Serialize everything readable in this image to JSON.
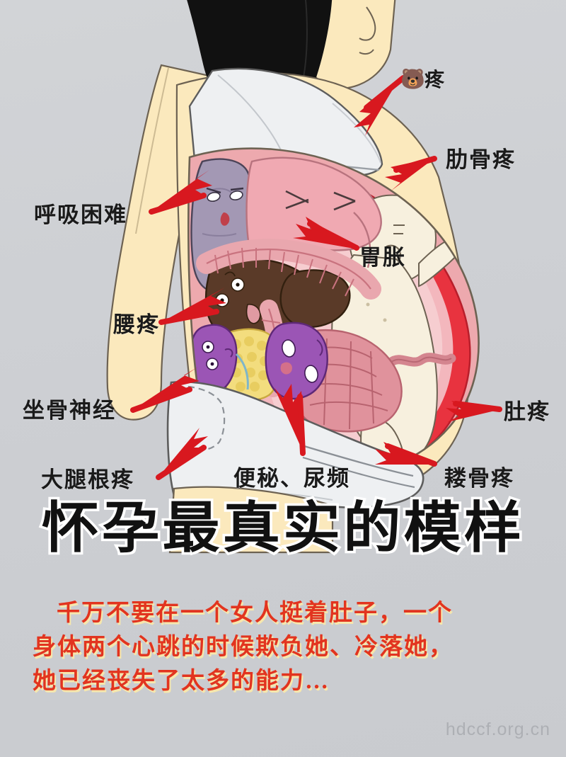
{
  "meta": {
    "background_color": "#ced0d4",
    "arrow_color": "#d8181f",
    "headline_color": "#111111",
    "headline_outline_color": "#ffffff",
    "red_text_color": "#e2341f",
    "red_text_shadow_color": "#f6e7ad",
    "watermark_color": "#96999e"
  },
  "labels": [
    {
      "key": "breast_pain",
      "icon": "bear-emoji",
      "icon_glyph": "🐻",
      "text": "疼"
    },
    {
      "key": "rib_pain",
      "text": "肋骨疼"
    },
    {
      "key": "breathing",
      "text": "呼吸困难"
    },
    {
      "key": "stomach_bloat",
      "text": "胃胀"
    },
    {
      "key": "lower_back_pain",
      "text": "腰疼"
    },
    {
      "key": "sciatic_nerve",
      "text": "坐骨神经"
    },
    {
      "key": "belly_pain",
      "text": "肚疼"
    },
    {
      "key": "inner_thigh_pain",
      "text": "大腿根疼"
    },
    {
      "key": "constipation",
      "text": "便秘、尿频"
    },
    {
      "key": "pubic_bone_pain",
      "text": "耧骨疼"
    }
  ],
  "headline": "怀孕最真实的模样",
  "body_lines": [
    "千万不要在一个女人挺着肚子，一个",
    "身体两个心跳的时候欺负她、冷落她，",
    "她已经丧失了太多的能力…"
  ],
  "watermark": "hdccf.org.cn",
  "illustration": {
    "subject": "pregnant-woman-cross-section",
    "organs": [
      {
        "name": "lungs",
        "color": "#a398b4",
        "has_face": true
      },
      {
        "name": "stomach",
        "color": "#f0a9b2",
        "has_face": true
      },
      {
        "name": "liver",
        "color": "#5a3a28",
        "has_face": true
      },
      {
        "name": "intestines",
        "color": "#e9a7ae",
        "has_face": false
      },
      {
        "name": "pancreas",
        "color": "#f3dd7e",
        "has_face": false
      },
      {
        "name": "kidney",
        "color": "#9b55b5",
        "has_face": true
      },
      {
        "name": "bladder",
        "color": "#9b55b5",
        "has_face": true
      },
      {
        "name": "uterus",
        "color": "#e8333f",
        "has_face": false
      },
      {
        "name": "fetus",
        "color": "#f7f0de",
        "has_face": true
      }
    ],
    "skin_color": "#fbe9bd",
    "hair_color": "#111111",
    "clothing_color": "#eef0f2"
  }
}
